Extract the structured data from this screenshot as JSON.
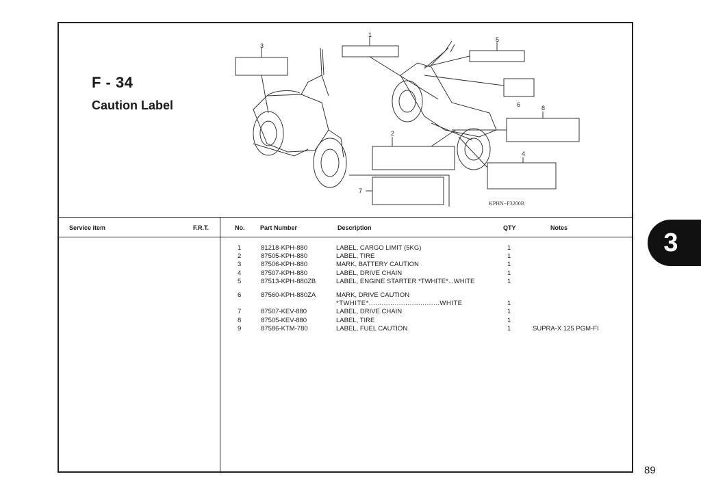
{
  "section": {
    "code": "F - 34",
    "name": "Caution Label"
  },
  "diagram": {
    "callouts": [
      "1",
      "2",
      "3",
      "4",
      "5",
      "6",
      "7",
      "8"
    ],
    "drawing_code": "KPHN−F3200B"
  },
  "table": {
    "headers": {
      "service_item": "Service item",
      "frt": "F.R.T.",
      "no": "No.",
      "part_number": "Part Number",
      "description": "Description",
      "qty": "QTY",
      "notes": "Notes"
    },
    "rows": [
      {
        "no": "1",
        "part": "81218-KPH-880",
        "desc": "LABEL, CARGO LIMIT (5KG)",
        "qty": "1",
        "notes": ""
      },
      {
        "no": "2",
        "part": "87505-KPH-880",
        "desc": "LABEL, TIRE",
        "qty": "1",
        "notes": ""
      },
      {
        "no": "3",
        "part": "87506-KPH-880",
        "desc": "MARK, BATTERY CAUTION",
        "qty": "1",
        "notes": ""
      },
      {
        "no": "4",
        "part": "87507-KPH-880",
        "desc": "LABEL, DRIVE CHAIN",
        "qty": "1",
        "notes": ""
      },
      {
        "no": "5",
        "part": "87513-KPH-880ZB",
        "desc": "LABEL, ENGINE STARTER  *TWHITE*...WHITE",
        "qty": "1",
        "notes": ""
      },
      {
        "no": "6",
        "part": "87560-KPH-880ZA",
        "desc": "MARK, DRIVE CAUTION",
        "desc2": "*TWHITE*.................................WHITE",
        "qty": "1",
        "notes": ""
      },
      {
        "no": "7",
        "part": "87507-KEV-880",
        "desc": "LABEL, DRIVE CHAIN",
        "qty": "1",
        "notes": ""
      },
      {
        "no": "8",
        "part": "87505-KEV-880",
        "desc": "LABEL, TIRE",
        "qty": "1",
        "notes": ""
      },
      {
        "no": "9",
        "part": "87586-KTM-780",
        "desc": "LABEL, FUEL CAUTION",
        "qty": "1",
        "notes": "SUPRA-X 125 PGM-FI"
      }
    ]
  },
  "chapter_tab": "3",
  "page_number": "89",
  "colors": {
    "ink": "#1a1a1a",
    "tab": "#111111",
    "paper": "#ffffff"
  }
}
